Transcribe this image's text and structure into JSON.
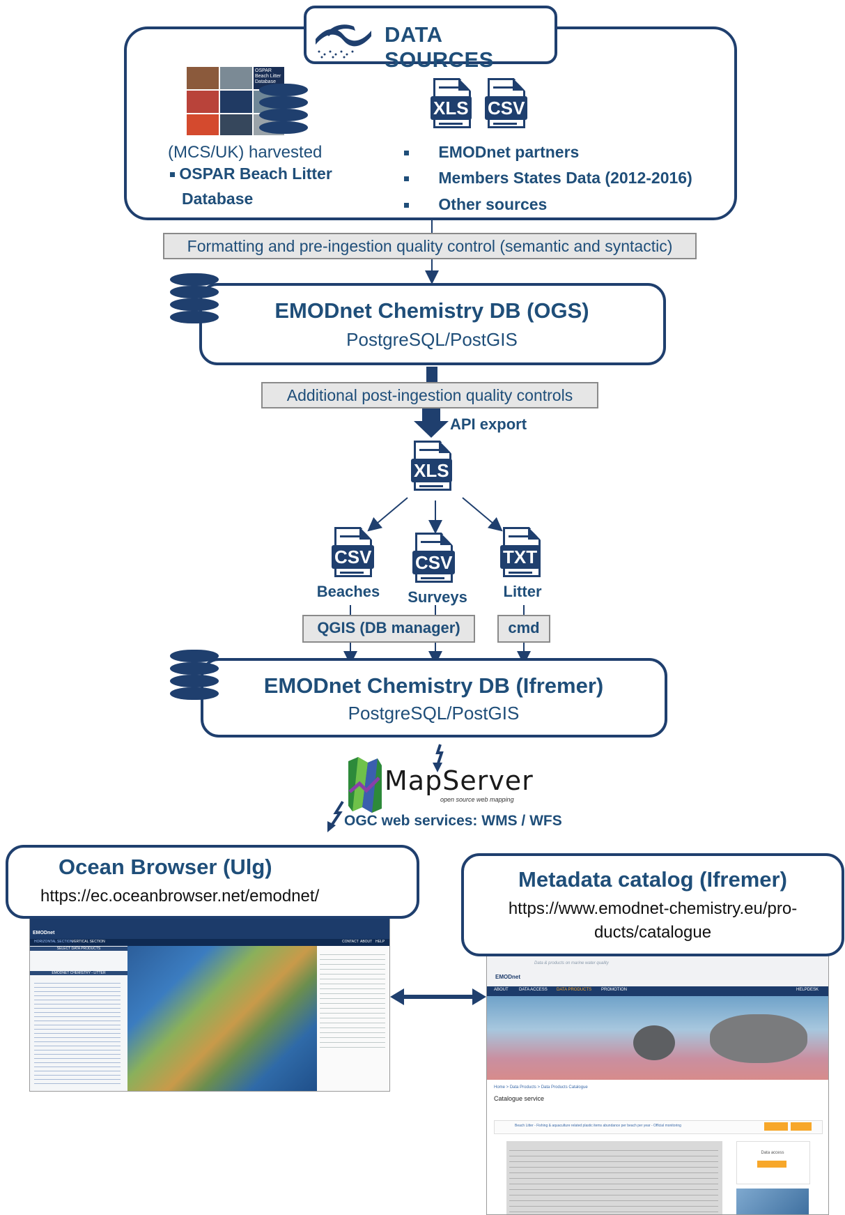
{
  "data_sources": {
    "title": "DATA SOURCES",
    "left_prefix": "(MCS/UK) harvested",
    "left_bullet_line1": "OSPAR Beach Litter",
    "left_bullet_line2": "Database",
    "thumb_text": "OSPAR Beach Litter Database",
    "file_xls": "XLS",
    "file_csv": "CSV",
    "right_bullets": [
      "EMODnet partners",
      "Members States Data (2012-2016)",
      "Other sources"
    ]
  },
  "step_formatting": "Formatting and pre-ingestion quality control (semantic and syntactic)",
  "db_ogs": {
    "title": "EMODnet Chemistry DB (OGS)",
    "subtitle": "PostgreSQL/PostGIS"
  },
  "step_post_ingestion": "Additional post-ingestion quality controls",
  "api_export": "API export",
  "xls_export": "XLS",
  "outputs": [
    {
      "file": "CSV",
      "label": "Beaches"
    },
    {
      "file": "CSV",
      "label": "Surveys"
    },
    {
      "file": "TXT",
      "label": "Litter"
    }
  ],
  "tool_qgis": "QGIS (DB manager)",
  "tool_cmd": "cmd",
  "db_ifremer": {
    "title": "EMODnet Chemistry DB (Ifremer)",
    "subtitle": "PostgreSQL/PostGIS"
  },
  "mapserver": {
    "name": "MapServer",
    "tagline": "open source web mapping"
  },
  "ogc_services": "OGC web services: WMS / WFS",
  "ocean_browser": {
    "title": "Ocean Browser (Ulg)",
    "url": "https://ec.oceanbrowser.net/emodnet/"
  },
  "metadata_catalog": {
    "title": "Metadata catalog (Ifremer)",
    "url_line1": "https://www.emodnet-chemistry.eu/pro-",
    "url_line2": "ducts/catalogue"
  },
  "ob_screenshot": {
    "brand": "EMODnet",
    "nav": [
      "HORIZONTAL SECTION",
      "VERTICAL SECTION"
    ],
    "nav_right": [
      "CONTACT",
      "ABOUT",
      "HELP"
    ],
    "panel_title": "SELECT DATA PRODUCTS",
    "panel_sub": "EMODNET CHEMISTRY - LITTER"
  },
  "cat_screenshot": {
    "brand": "EMODnet",
    "tagline": "Data & products on marine water quality",
    "nav": [
      "ABOUT",
      "DATA ACCESS",
      "DATA PRODUCTS",
      "PROMOTION"
    ],
    "nav_right": "HELPDESK",
    "breadcrumb": "Home > Data Products > Data Products Catalogue",
    "heading": "Catalogue service",
    "item": "Beach Litter - Fishing & aquaculture related plastic items abundance per beach per year - Official monitoring",
    "data_access": "Data access"
  },
  "colors": {
    "navy": "#1f3f6e",
    "text_blue": "#1f4e79",
    "gray_box": "#e6e6e6"
  }
}
